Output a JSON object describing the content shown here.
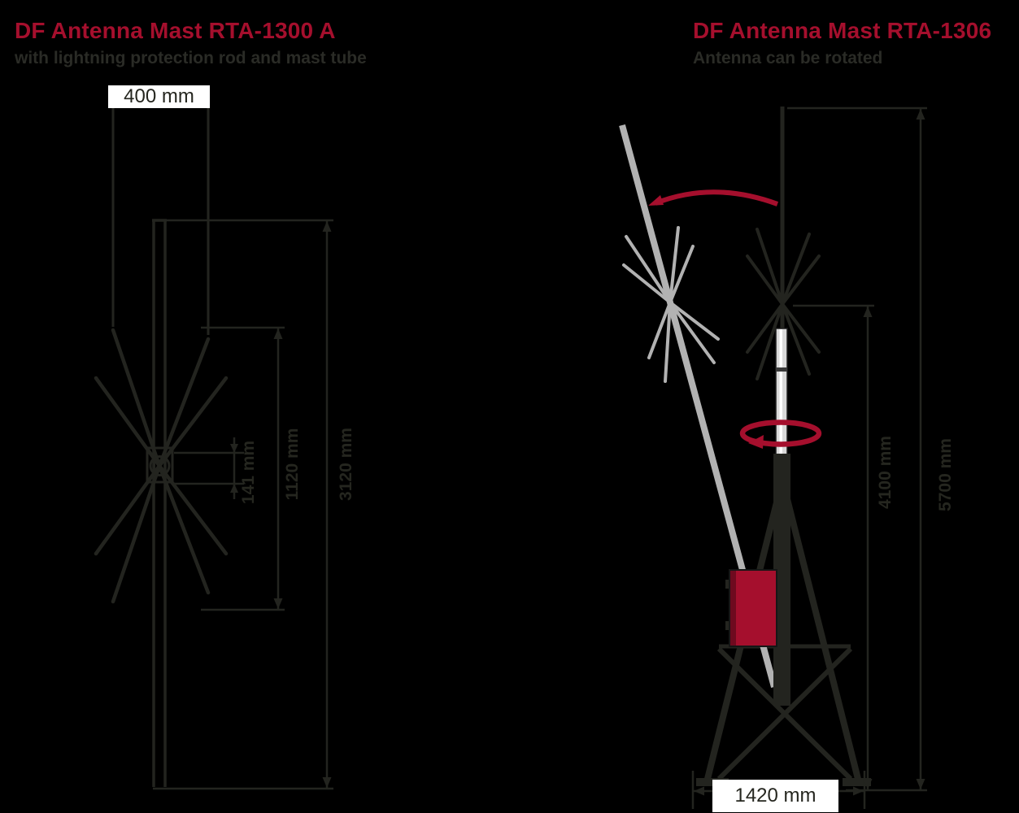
{
  "colors": {
    "background": "#000000",
    "accent_red": "#a50f2d",
    "line_dark": "#23241f",
    "antenna_gray": "#b2b2b2",
    "label_bg": "#ffffff",
    "label_text": "#25261f"
  },
  "left_panel": {
    "title": "DF Antenna Mast RTA-1300 A",
    "subtitle": "with lightning protection rod and mast tube",
    "dimensions": {
      "element_span": "400 mm",
      "hub_section": "141 mm",
      "element_height": "1120 mm",
      "total_height": "3120 mm"
    }
  },
  "right_panel": {
    "title": "DF Antenna Mast RTA-1306",
    "subtitle": "Antenna can be rotated",
    "dimensions": {
      "antenna_height": "4100 mm",
      "total_height": "5700 mm",
      "base_width": "1420 mm"
    }
  }
}
